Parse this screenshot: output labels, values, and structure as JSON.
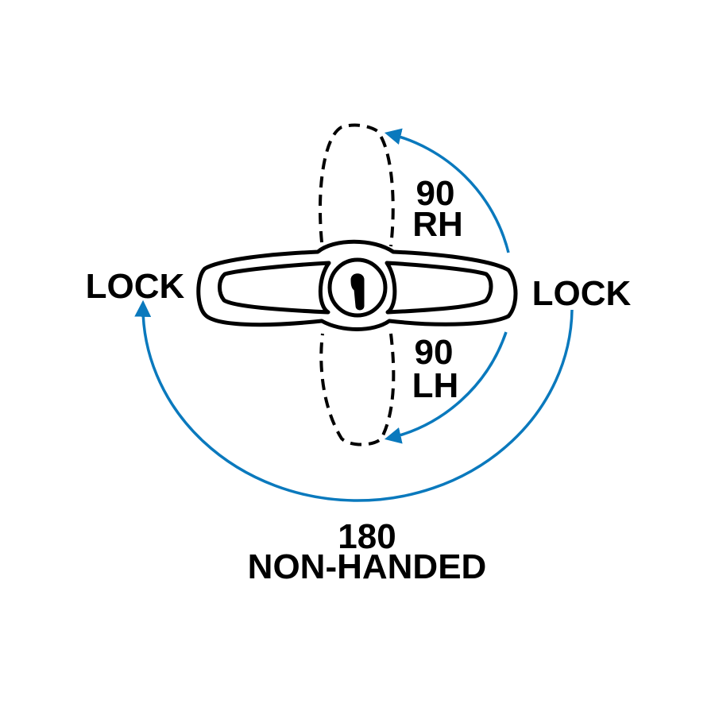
{
  "colors": {
    "arrow": "#0a79bd",
    "line": "#000000"
  },
  "labels": {
    "lock_left": "LOCK",
    "lock_right": "LOCK",
    "rh_degrees": "90",
    "rh_label": "RH",
    "lh_degrees": "90",
    "lh_label": "LH",
    "nonhanded_degrees": "180",
    "nonhanded_label": "NON-HANDED"
  }
}
